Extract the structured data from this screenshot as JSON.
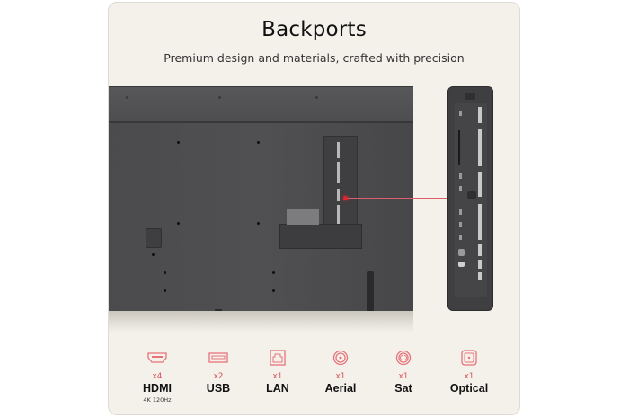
{
  "header": {
    "title": "Backports",
    "subtitle": "Premium design and materials, crafted with precision"
  },
  "theme": {
    "card_background": "#f4f1eb",
    "accent_icon": "#e8727a",
    "accent_count": "#d8525c",
    "tv_body": "#4e4e51",
    "callout": "#e0242f"
  },
  "illustration": {
    "main_image": "tv-rear-view",
    "detail_image": "side-port-panel-closeup",
    "callout_target": "port-bay"
  },
  "ports": [
    {
      "icon": "hdmi-icon",
      "count": "x4",
      "name": "HDMI",
      "sub": "4K 120Hz"
    },
    {
      "icon": "usb-icon",
      "count": "x2",
      "name": "USB",
      "sub": ""
    },
    {
      "icon": "lan-icon",
      "count": "x1",
      "name": "LAN",
      "sub": ""
    },
    {
      "icon": "aerial-icon",
      "count": "x1",
      "name": "Aerial",
      "sub": ""
    },
    {
      "icon": "sat-icon",
      "count": "x1",
      "name": "Sat",
      "sub": ""
    },
    {
      "icon": "optical-icon",
      "count": "x1",
      "name": "Optical",
      "sub": ""
    }
  ]
}
